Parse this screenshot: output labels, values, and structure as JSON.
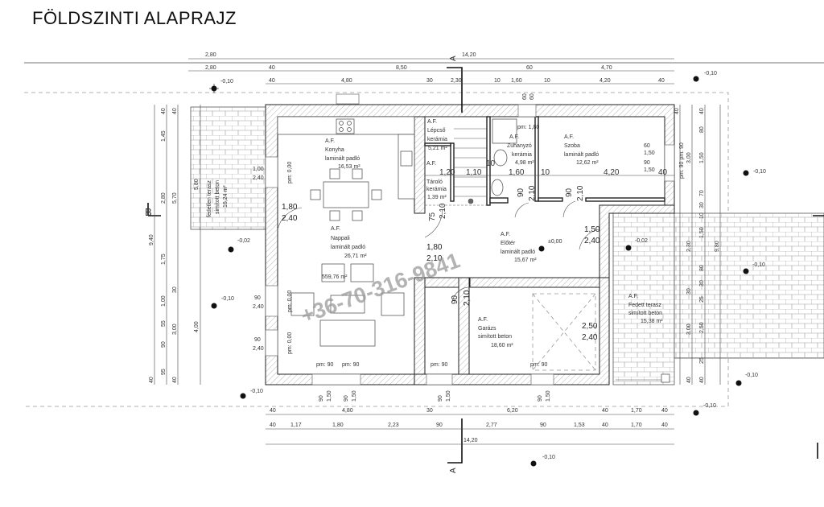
{
  "title": "FÖLDSZINTI ALAPRAJZ",
  "section_markers": {
    "a_top": "A",
    "a_bottom": "A",
    "b_left": "B"
  },
  "watermark": "+36-70-316-9841",
  "total_area": "559,76 m²",
  "dims_top": {
    "row1": [
      "2,80",
      "14,20"
    ],
    "row2": [
      "2,80",
      "40",
      "8,50",
      "60",
      "4,70"
    ],
    "row3": [
      "40",
      "4,80",
      "30",
      "2,30",
      "10",
      "1,60",
      "10",
      "4,20",
      "40"
    ]
  },
  "dims_bottom": {
    "row1": [
      "40",
      "4,80",
      "30",
      "6,20",
      "40",
      "1,70",
      "40"
    ],
    "row2": [
      "40",
      "1,17",
      "1,80",
      "2,23",
      "90",
      "2,77",
      "90",
      "1,53",
      "40",
      "1,70",
      "40"
    ],
    "row3": [
      "14,20"
    ]
  },
  "dims_left": {
    "outer": [
      "9,40"
    ],
    "col1": [
      "40",
      "1,45",
      "2,80",
      "1,75",
      "1,00",
      "55",
      "90",
      "95",
      "40"
    ],
    "col2": [
      "40",
      "5,70",
      "30",
      "3,00",
      "40"
    ],
    "col3": [
      "5,80",
      "4,00"
    ]
  },
  "dims_right": {
    "col1": [
      "40",
      "3,00",
      "2,30",
      "30",
      "3,00",
      "40"
    ],
    "col2": [
      "40",
      "80",
      "1,50",
      "70",
      "30",
      "10",
      "1,50",
      "80",
      "30",
      "25",
      "2,50",
      "25",
      "40"
    ],
    "col3": [
      "9,80"
    ]
  },
  "levels": [
    "-0,10",
    "-0,10",
    "-0,10",
    "-0,02",
    "-0,10",
    "-0,10",
    "±0,00",
    "-0,02",
    "-0,10",
    "-0,10",
    "-0,10",
    "-0,10"
  ],
  "openings": {
    "win_left_1": [
      "1,00",
      "2,40"
    ],
    "win_left_2": [
      "90",
      "2,40"
    ],
    "win_left_3": [
      "90",
      "2,40"
    ],
    "door_kitchen": [
      "1,80",
      "2,40"
    ],
    "door_living": [
      "1,80",
      "2,10"
    ],
    "door_entry": [
      "1,50",
      "2,40"
    ],
    "garage_door": [
      "2,50",
      "2,40"
    ],
    "garage_inner": [
      "90",
      "2,10"
    ],
    "szoba_win_1": [
      "60",
      "1,50"
    ],
    "szoba_win_2": [
      "90",
      "1,50"
    ],
    "szoba_sill": "pm: 90  pm: 90",
    "sill_left": [
      "pm: 0,00",
      "pm: 0,00",
      "pm: 0,00"
    ],
    "sill_bottom": [
      "pm: 90",
      "pm: 90",
      "pm: 90",
      "pm: 90"
    ],
    "sill_bath": "pm: 1,80",
    "bottom_windows": [
      "90",
      "1,50",
      "90",
      "1,50",
      "90",
      "1,50",
      "90",
      "1,50"
    ],
    "inner": [
      "1,20",
      "1,10",
      "1,60",
      "10",
      "10",
      "4,20",
      "40",
      "75",
      "2,10",
      "90",
      "2,10",
      "90",
      "2,10",
      "60",
      "60"
    ]
  },
  "rooms": [
    {
      "af": "A.F.",
      "name": "Konyha",
      "floor": "laminált padló",
      "area": "16,53 m²"
    },
    {
      "af": "A.F.",
      "name": "Lépcső",
      "floor": "kerámia",
      "area": "5,21 m²"
    },
    {
      "af": "A.F.",
      "name": "Tároló",
      "floor": "kerámia",
      "area": "1,39 m²"
    },
    {
      "af": "A.F.",
      "name": "Zuhanyzó",
      "floor": "kerámia",
      "area": "4,98 m²"
    },
    {
      "af": "A.F.",
      "name": "Szoba",
      "floor": "laminált padló",
      "area": "12,62 m²"
    },
    {
      "af": "A.F.",
      "name": "Nappali",
      "floor": "laminált padló",
      "area": "26,71 m²"
    },
    {
      "af": "A.F.",
      "name": "Előtér",
      "floor": "laminált padló",
      "area": "15,67 m²"
    },
    {
      "af": "A.F.",
      "name": "Garázs",
      "floor": "simított beton",
      "area": "18,60 m²"
    },
    {
      "af": "A.F.",
      "name": "Fedett terasz",
      "floor": "simított beton",
      "area": "15,38 m²"
    },
    {
      "af": "",
      "name": "fedetlen terasz",
      "floor": "simított beton",
      "area": "16,24 m²"
    }
  ]
}
